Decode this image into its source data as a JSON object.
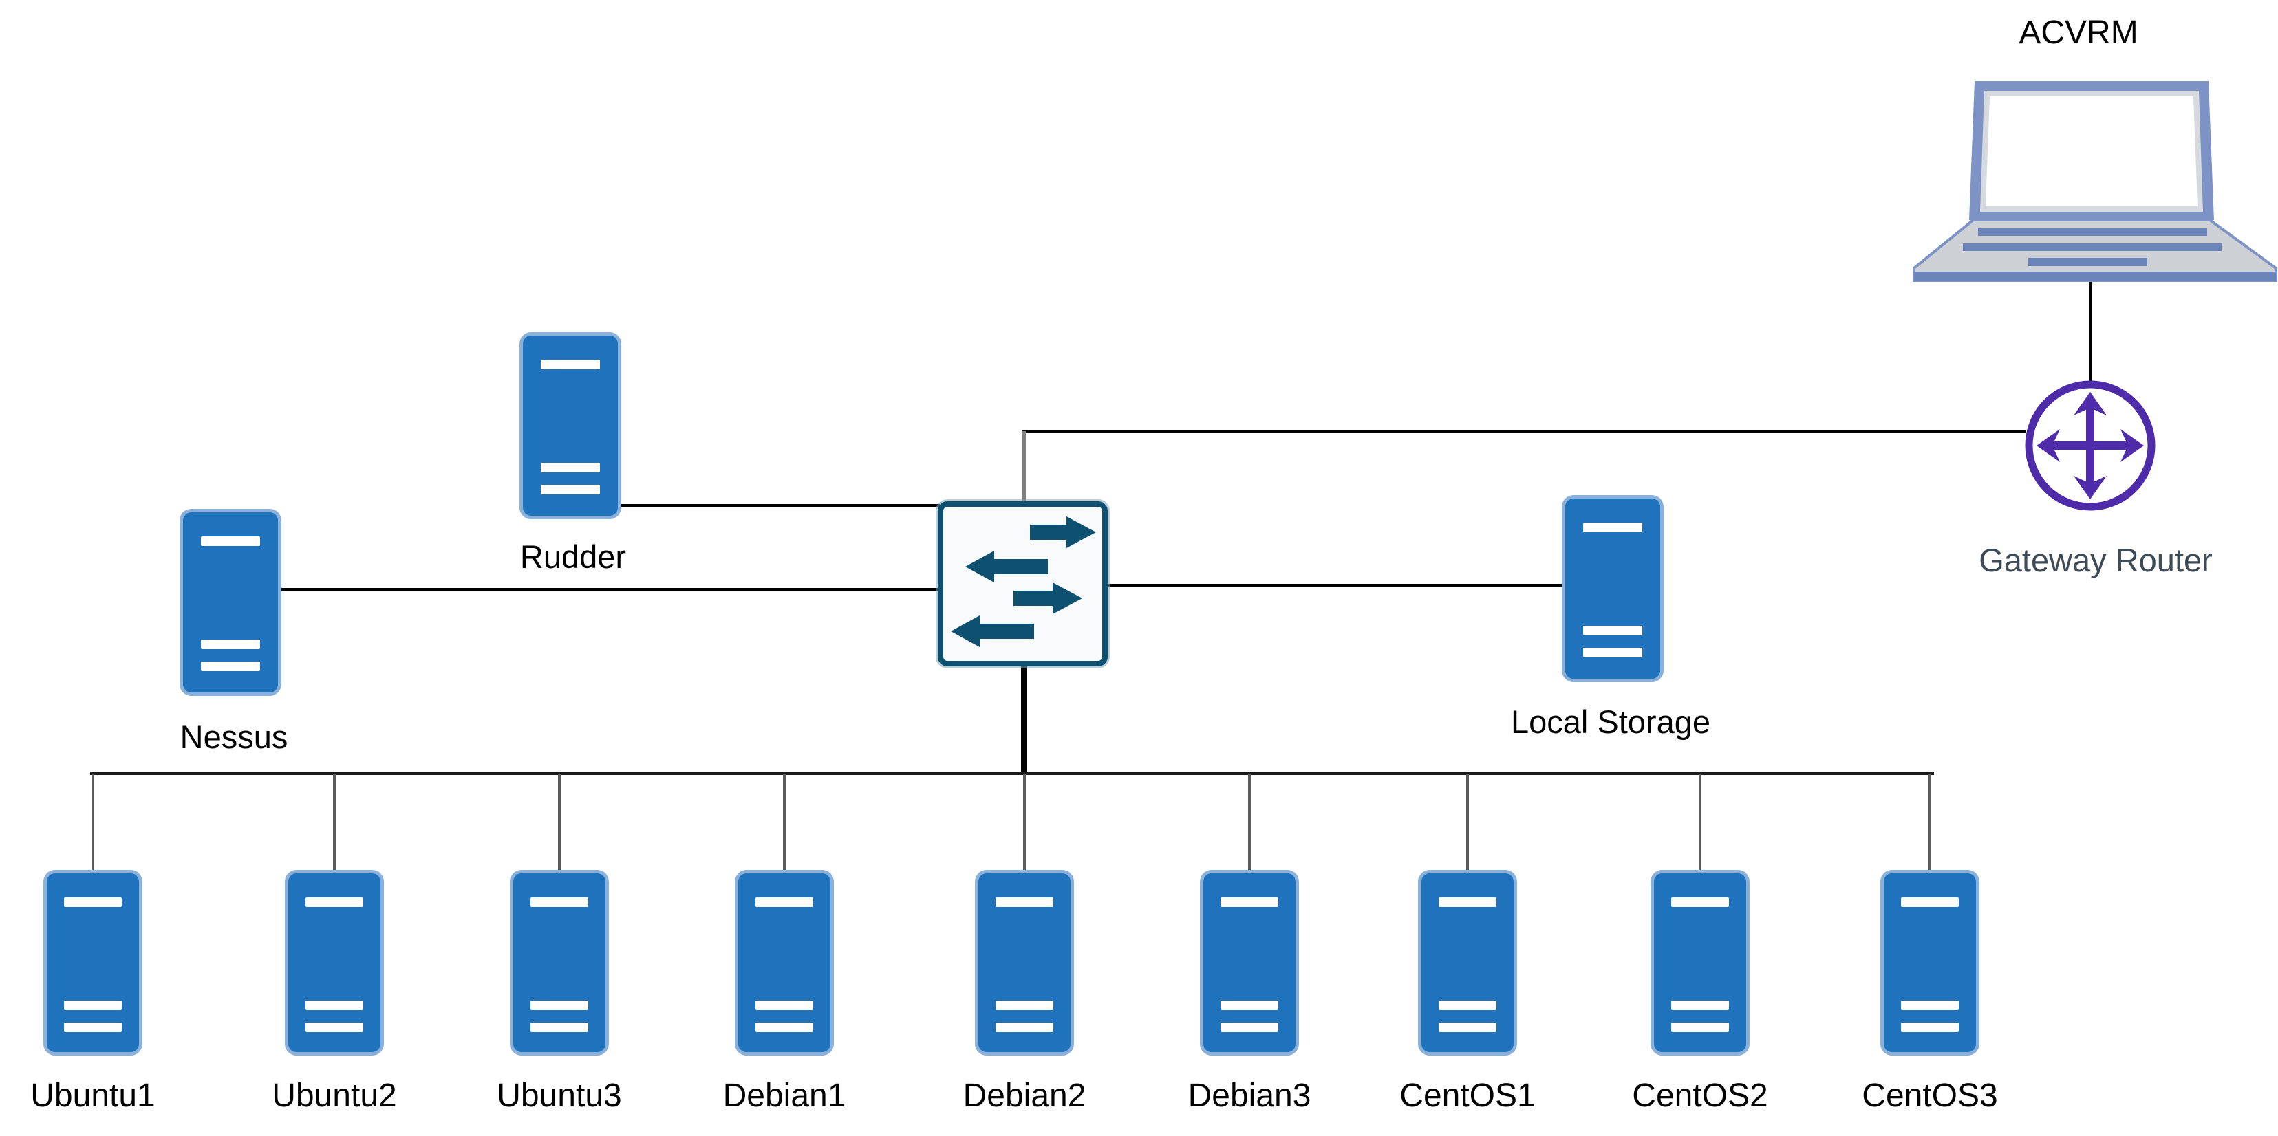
{
  "diagram": {
    "description": "Network topology diagram",
    "nodes": {
      "acvrm": {
        "label": "ACVRM",
        "icon": "laptop-icon"
      },
      "gateway_router": {
        "label": "Gateway Router",
        "icon": "router-icon"
      },
      "switch": {
        "label": "",
        "icon": "switch-icon"
      },
      "rudder": {
        "label": "Rudder",
        "icon": "server-icon"
      },
      "nessus": {
        "label": "Nessus",
        "icon": "server-icon"
      },
      "local_storage": {
        "label": "Local Storage",
        "icon": "server-icon"
      },
      "servers": [
        {
          "label": "Ubuntu1",
          "icon": "server-icon"
        },
        {
          "label": "Ubuntu2",
          "icon": "server-icon"
        },
        {
          "label": "Ubuntu3",
          "icon": "server-icon"
        },
        {
          "label": "Debian1",
          "icon": "server-icon"
        },
        {
          "label": "Debian2",
          "icon": "server-icon"
        },
        {
          "label": "Debian3",
          "icon": "server-icon"
        },
        {
          "label": "CentOS1",
          "icon": "server-icon"
        },
        {
          "label": "CentOS2",
          "icon": "server-icon"
        },
        {
          "label": "CentOS3",
          "icon": "server-icon"
        }
      ]
    }
  },
  "colors": {
    "server_fill": "#1f73bd",
    "server_edge": "#8ab0dc",
    "switch_stroke": "#0d506f",
    "switch_fill": "#f8fafb",
    "router_purple": "#4e2ba8",
    "laptop_frame": "#7e93c5",
    "laptop_bezel": "#d6dade",
    "laptop_base": "#cdd0d5",
    "laptop_stripe": "#6b85bb",
    "edge_black": "#000000",
    "edge_gray": "#808080",
    "bus_color": "#1a1a1a",
    "drop_color": "#5b5b5b",
    "label_color": "#000000",
    "gateway_label_color": "#3e4a55"
  }
}
